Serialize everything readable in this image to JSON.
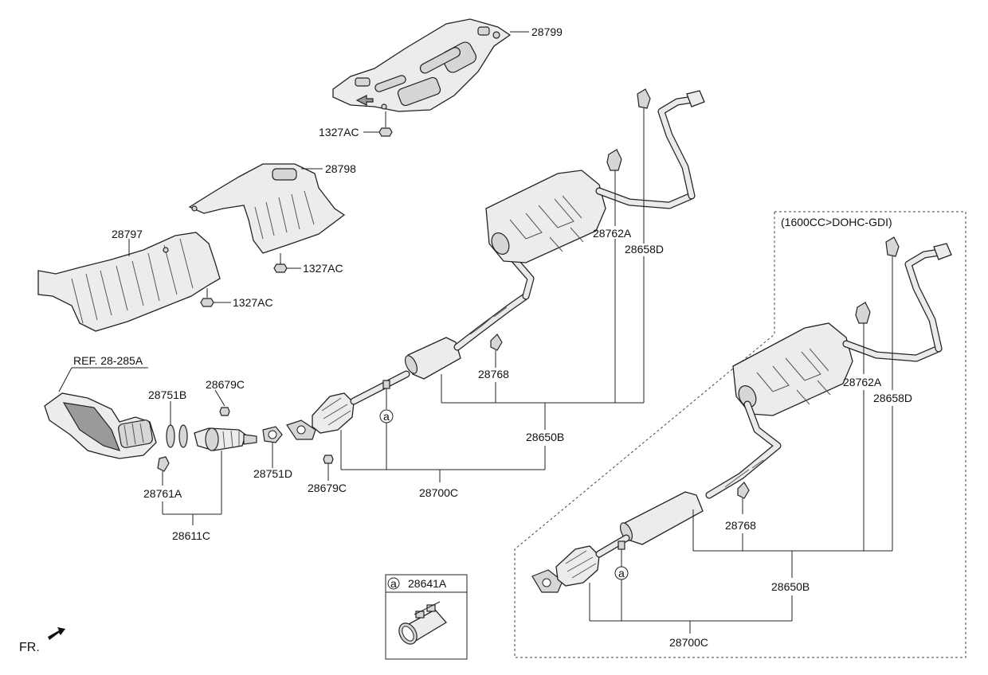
{
  "labels": {
    "p28799": "28799",
    "p1327ac_a": "1327AC",
    "p28798": "28798",
    "p28797": "28797",
    "p1327ac_b": "1327AC",
    "p1327ac_c": "1327AC",
    "ref": "REF. 28-285A",
    "p28751b": "28751B",
    "p28679c_a": "28679C",
    "p28761a": "28761A",
    "p28611c": "28611C",
    "p28751d": "28751D",
    "p28679c_b": "28679C",
    "p28700c_a": "28700C",
    "p28650b_a": "28650B",
    "p28768_a": "28768",
    "p28762a_a": "28762A",
    "p28658d_a": "28658D",
    "variant": "(1600CC>DOHC-GDI)",
    "p28762a_b": "28762A",
    "p28658d_b": "28658D",
    "p28768_b": "28768",
    "p28650b_b": "28650B",
    "p28700c_b": "28700C",
    "clamp_marker": "a",
    "clamp_part": "28641A",
    "marker_a1": "a",
    "marker_a2": "a",
    "front": "FR."
  },
  "colors": {
    "line": "#222222",
    "part_fill": "#ececec",
    "background": "#ffffff"
  }
}
